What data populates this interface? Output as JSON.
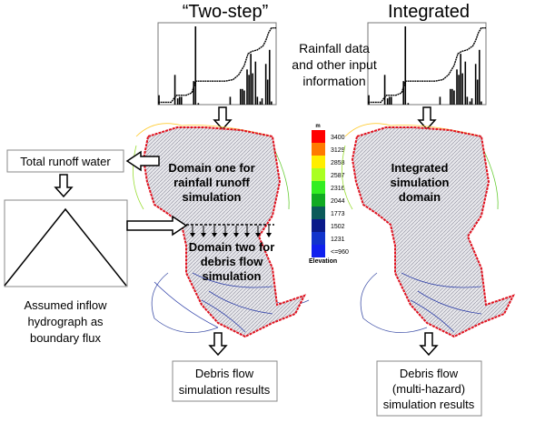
{
  "headers": {
    "two_step": "“Two-step”",
    "integrated": "Integrated"
  },
  "rainfall_label": [
    "Rainfall data",
    "and other input",
    "information"
  ],
  "total_runoff": "Total runoff water",
  "hydrograph_label": [
    "Assumed inflow",
    "hydrograph as",
    "boundary flux"
  ],
  "domain_one": [
    "Domain one for",
    "rainfall runoff",
    "simulation"
  ],
  "domain_two": [
    "Domain two for",
    "debris flow",
    "simulation"
  ],
  "integrated_domain": [
    "Integrated",
    "simulation",
    "domain"
  ],
  "results_left": [
    "Debris flow",
    "simulation results"
  ],
  "results_right": [
    "Debris flow",
    "(multi-hazard)",
    "simulation results"
  ],
  "legend": {
    "unit": "m",
    "title": "Elevation",
    "labels": [
      "3400",
      "3129",
      "2858",
      "2587",
      "2316",
      "2044",
      "1773",
      "1502",
      "1231",
      "<=960"
    ],
    "colors": [
      "#ff0000",
      "#ff7a00",
      "#ffee00",
      "#aaff22",
      "#33ee22",
      "#11aa22",
      "#0b5a5a",
      "#0a1a8a",
      "#1133cc",
      "#1020ee"
    ]
  },
  "chart_data": {
    "type": "bar",
    "bars": [
      [
        1,
        12
      ],
      [
        18,
        38
      ],
      [
        21,
        8
      ],
      [
        23,
        10
      ],
      [
        25,
        10
      ],
      [
        38,
        30
      ],
      [
        40,
        100
      ],
      [
        43,
        2
      ],
      [
        77,
        10
      ],
      [
        88,
        20
      ],
      [
        90,
        20
      ],
      [
        92,
        18
      ],
      [
        95,
        45
      ],
      [
        97,
        38
      ],
      [
        99,
        65
      ],
      [
        101,
        40
      ],
      [
        104,
        55
      ],
      [
        106,
        10
      ],
      [
        109,
        4
      ],
      [
        111,
        8
      ],
      [
        115,
        52
      ],
      [
        117,
        32
      ],
      [
        119,
        70
      ],
      [
        121,
        4
      ]
    ],
    "cumulative": [
      [
        0,
        3
      ],
      [
        14,
        3
      ],
      [
        17,
        8
      ],
      [
        20,
        12
      ],
      [
        30,
        12
      ],
      [
        36,
        15
      ],
      [
        40,
        30
      ],
      [
        72,
        30
      ],
      [
        80,
        32
      ],
      [
        86,
        38
      ],
      [
        92,
        50
      ],
      [
        96,
        65
      ],
      [
        100,
        68
      ],
      [
        106,
        70
      ],
      [
        112,
        75
      ],
      [
        115,
        82
      ],
      [
        118,
        92
      ],
      [
        121,
        98
      ],
      [
        126,
        98
      ]
    ]
  }
}
